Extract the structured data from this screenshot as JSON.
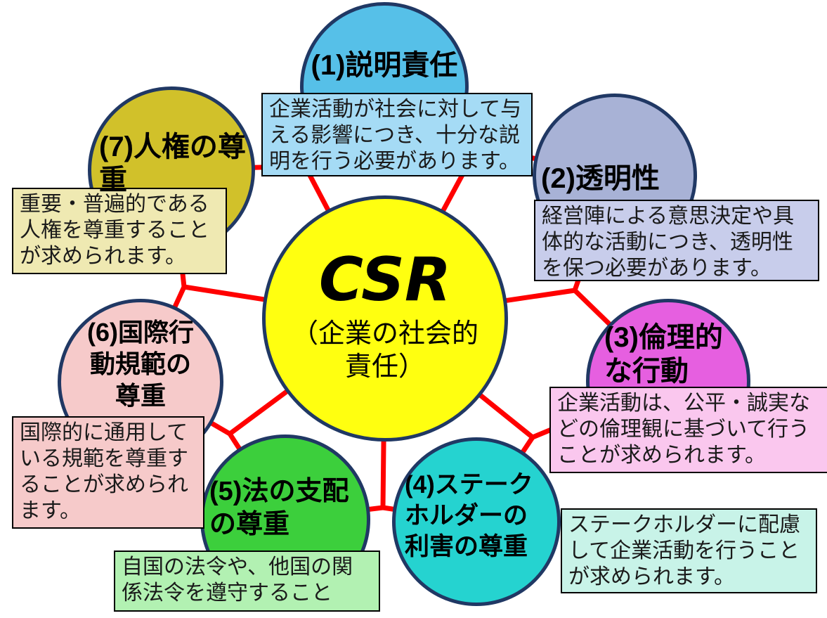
{
  "center": {
    "title": "CSR",
    "subtitle": "（企業の社会的\n責任）",
    "fill_color": "#ffff10",
    "border_color": "#203864"
  },
  "connector": {
    "color": "#ff0000"
  },
  "circle_border_color": "#203864",
  "box_border_color": "#000000",
  "nodes": [
    {
      "id": "accountability",
      "label": "(1)説明責任",
      "description": "企業活動が社会に対して与\nえる影響につき、十分な説\n明を行う必要があります。",
      "circle_color": "#56c0e8",
      "box_color": "#a5dbf5"
    },
    {
      "id": "transparency",
      "label": "(2)透明性",
      "description": "経営陣による意思決定や具\n体的な活動につき、透明性\nを保つ必要があります。",
      "circle_color": "#a8b2d6",
      "box_color": "#c8cdeb"
    },
    {
      "id": "ethical-behavior",
      "label": "(3)倫理的\nな行動",
      "description": "企業活動は、公平・誠実な\nどの倫理観に基づいて行う\nことが求められます。",
      "circle_color": "#e65fe0",
      "box_color": "#fac7ee"
    },
    {
      "id": "stakeholder-interests",
      "label": "(4)ステーク\nホルダーの\n利害の尊重",
      "description": "ステークホルダーに配慮\nして企業活動を行うこと\nが求められます。",
      "circle_color": "#25d3d0",
      "box_color": "#c8f3e8"
    },
    {
      "id": "rule-of-law",
      "label": "(5)法の支配\nの尊重",
      "description": "自国の法令や、他国の関\n係法令を遵守すること",
      "circle_color": "#3ccf3c",
      "box_color": "#b2f1b2"
    },
    {
      "id": "international-norms",
      "label": "(6)国際行\n動規範の\n尊重",
      "description": "国際的に通用して\nいる規範を尊重す\nることが求められ\nます。",
      "circle_color": "#f6caca",
      "box_color": "#f6caca"
    },
    {
      "id": "human-rights",
      "label": "(7)人権の尊\n重",
      "description": "重要・普遍的である\n人権を尊重すること\nが求められます。",
      "circle_color": "#d1c12a",
      "box_color": "#efe9b2"
    }
  ]
}
